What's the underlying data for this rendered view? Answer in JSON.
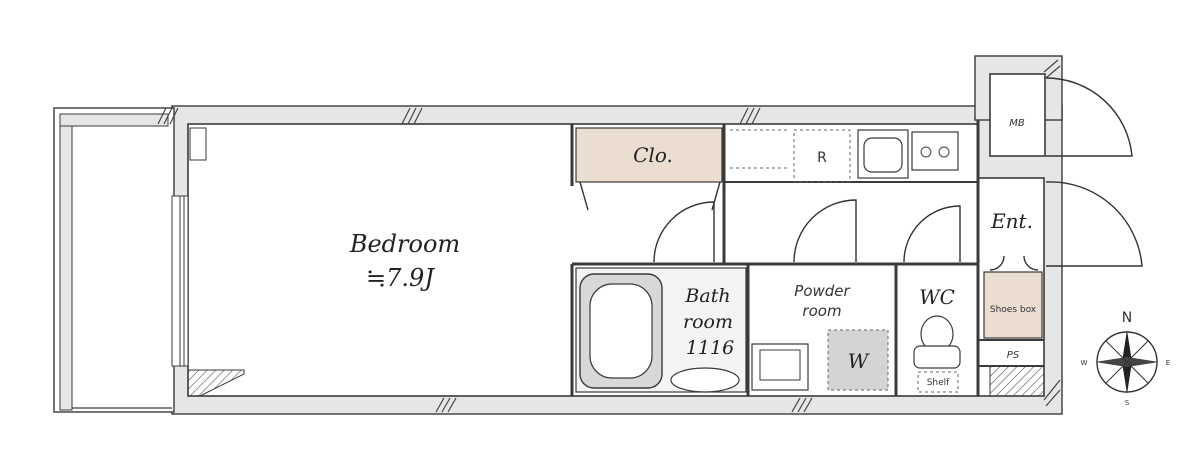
{
  "rooms": {
    "bedroom_name": "Bedroom",
    "bedroom_size": "≒7.9J",
    "closet": "Clo.",
    "refrigerator": "R",
    "bath_line1": "Bath",
    "bath_line2": "room",
    "bath_line3": "1116",
    "powder_line1": "Powder",
    "powder_line2": "room",
    "washer": "W",
    "wc": "WC",
    "shelf": "Shelf",
    "entrance": "Ent.",
    "shoes_box": "Shoes box",
    "ps": "PS",
    "mb": "MB"
  },
  "compass": {
    "north": "N",
    "west": "W",
    "east": "E",
    "south": "S"
  },
  "colors": {
    "wall_fill": "#e6e6e6",
    "storage_fill": "#ebddd0",
    "washer_fill": "#d4d4d4",
    "line": "#3a3a3a"
  }
}
